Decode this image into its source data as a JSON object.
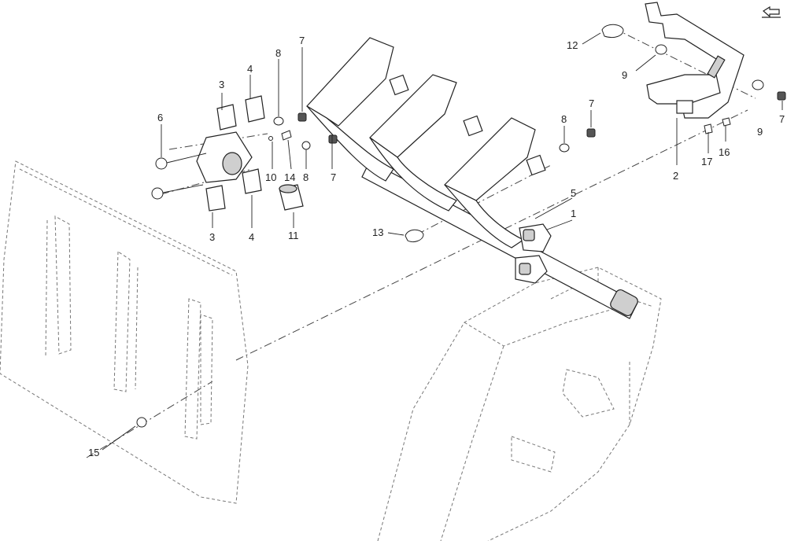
{
  "callouts": [
    {
      "id": "c1",
      "label": "1"
    },
    {
      "id": "c2",
      "label": "2"
    },
    {
      "id": "c3a",
      "label": "3"
    },
    {
      "id": "c3b",
      "label": "3"
    },
    {
      "id": "c4a",
      "label": "4"
    },
    {
      "id": "c4b",
      "label": "4"
    },
    {
      "id": "c5",
      "label": "5"
    },
    {
      "id": "c6",
      "label": "6"
    },
    {
      "id": "c7a",
      "label": "7"
    },
    {
      "id": "c7b",
      "label": "7"
    },
    {
      "id": "c7c",
      "label": "7"
    },
    {
      "id": "c7d",
      "label": "7"
    },
    {
      "id": "c8a",
      "label": "8"
    },
    {
      "id": "c8b",
      "label": "8"
    },
    {
      "id": "c8c",
      "label": "8"
    },
    {
      "id": "c9a",
      "label": "9"
    },
    {
      "id": "c9b",
      "label": "9"
    },
    {
      "id": "c10",
      "label": "10"
    },
    {
      "id": "c11",
      "label": "11"
    },
    {
      "id": "c12",
      "label": "12"
    },
    {
      "id": "c13",
      "label": "13"
    },
    {
      "id": "c14",
      "label": "14"
    },
    {
      "id": "c15",
      "label": "15"
    },
    {
      "id": "c16",
      "label": "16"
    },
    {
      "id": "c17",
      "label": "17"
    }
  ],
  "icons": {
    "nav": "previous-page-arrow-icon"
  }
}
